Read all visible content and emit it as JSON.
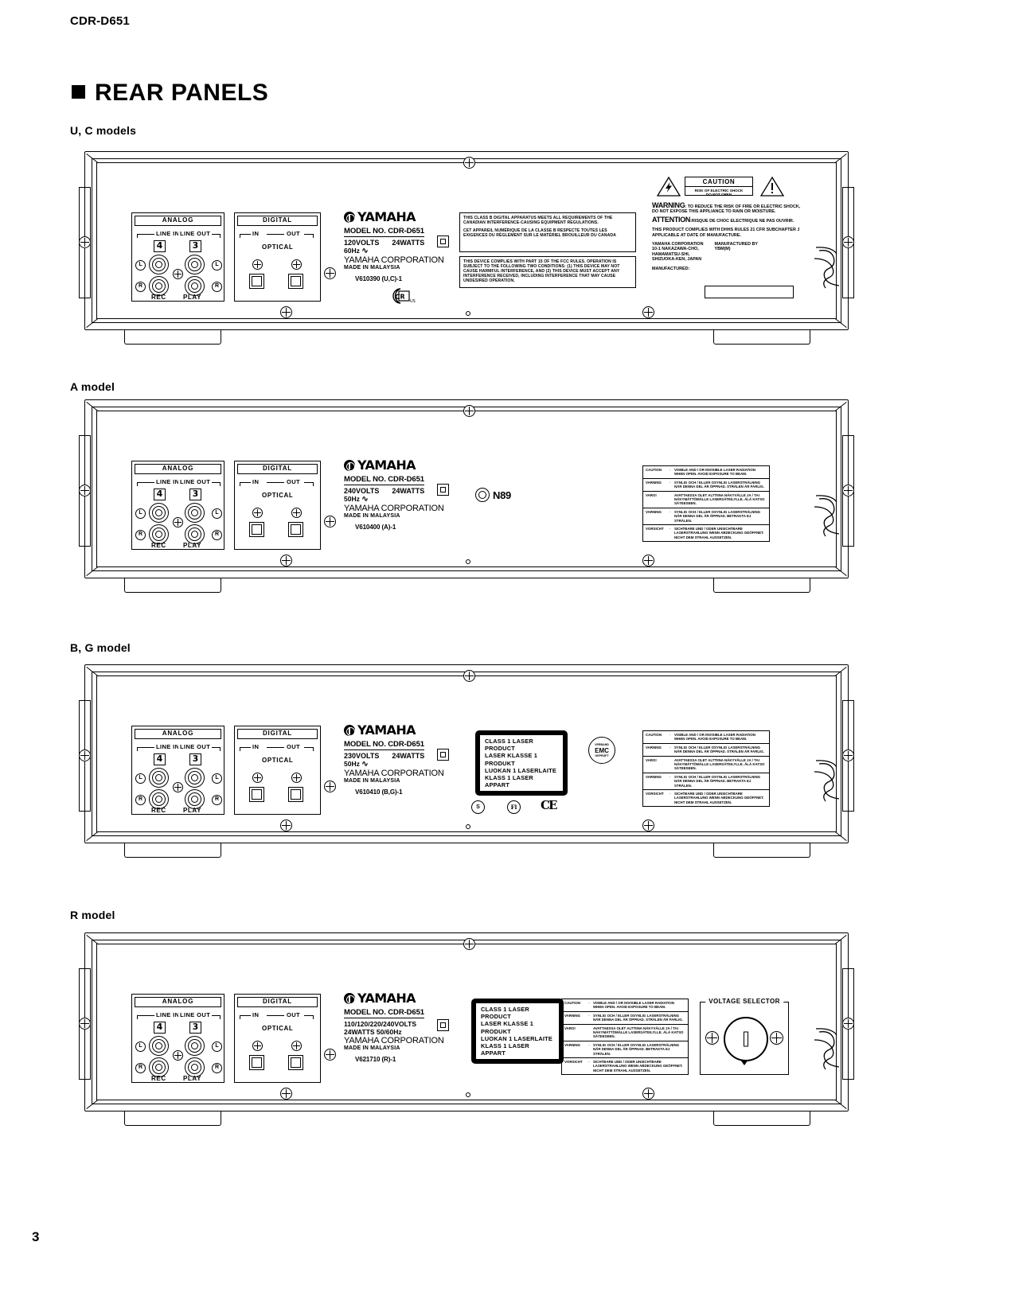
{
  "document": {
    "model_code": "CDR-D651",
    "section_title": "REAR PANELS",
    "page_number": "3"
  },
  "panels": [
    {
      "caption": "U, C models",
      "analog": {
        "header": "ANALOG",
        "line_in": "LINE IN",
        "line_out": "LINE OUT",
        "num_in": "4",
        "num_out": "3",
        "l": "L",
        "r": "R",
        "rec": "REC",
        "play": "PLAY"
      },
      "digital": {
        "header": "DIGITAL",
        "in": "IN",
        "out": "OUT",
        "optical": "OPTICAL"
      },
      "rating": {
        "brand": "YAMAHA",
        "model_no": "MODEL NO.  CDR-D651",
        "volts": "120VOLTS",
        "watts": "24WATTS",
        "hz": "60Hz",
        "corp": "YAMAHA CORPORATION",
        "made_in": "MADE IN MALAYSIA",
        "version_no": "V610390 (U,C)-1"
      },
      "regulatory": {
        "canada_en": "THIS CLASS B DIGITAL APPARATUS  MEETS ALL REQUIREMENTS OF THE CANADIAN INTERFERENCE-CAUSING EQUIPMENT REGULATIONS.",
        "canada_fr": "CET APPAREIL NUMÉRIQUE DE LA CLASSE B RESPECTE TOUTES LES EXIGENCES DU RÈGLEMENT SUR LE MATÉRIEL BROUILLEUR DU CANADA",
        "fcc": "THIS DEVICE COMPLIES WITH PART 15 OF THE FCC RULES. OPERATION IS SUBJECT TO THE FOLLOWING TWO CONDITIONS: (1) THIS DEVICE MAY NOT CAUSE HARMFUL INTERFERENCE, AND (2) THIS DEVICE MUST ACCEPT ANY INTERFERENCE RECEIVED, INCLUDING INTERFERENCE THAT MAY CAUSE UNDESIRED OPERATION."
      },
      "caution_box": {
        "title": "CAUTION",
        "line1": "RISK OF ELECTRIC SHOCK",
        "line2": "DO NOT OPEN"
      },
      "warnings": {
        "warning_label": "WARNING",
        "warning_text": ": TO REDUCE THE RISK OF FIRE OR ELECTRIC SHOCK, DO NOT EXPOSE THIS APPLIANCE TO RAIN OR MOISTURE.",
        "attention_label": "ATTENTION",
        "attention_text": ":RISQUE DE CHOC ELECTRIQUE NE PAS OUVRIR.",
        "dhhs": "THIS PRODUCT COMPLIES WITH DHHS RULES 21 CFR SUBCHAPTER J APPLICABLE AT DATE OF MANUFACTURE.",
        "corp_addr": "YAMAHA CORPORATION\n10-1 NAKAZAWA-CHO,\nHAMAMATSU-SHI,\nSHIZUOKA-KEN, JAPAN",
        "manufactured_by": "MANUFACTURED BY\nYBM(M)",
        "manufactured": "MANUFACTURED:"
      },
      "csa_mark": "US"
    },
    {
      "caption": "A model",
      "analog": {
        "header": "ANALOG",
        "line_in": "LINE IN",
        "line_out": "LINE OUT",
        "num_in": "4",
        "num_out": "3",
        "l": "L",
        "r": "R",
        "rec": "REC",
        "play": "PLAY"
      },
      "digital": {
        "header": "DIGITAL",
        "in": "IN",
        "out": "OUT",
        "optical": "OPTICAL"
      },
      "rating": {
        "brand": "YAMAHA",
        "model_no": "MODEL NO.  CDR-D651",
        "volts": "240VOLTS",
        "watts": "24WATTS",
        "hz": "50Hz",
        "corp": "YAMAHA CORPORATION",
        "made_in": "MADE IN MALAYSIA",
        "version_no": "V610400 (A)-1"
      },
      "approval_mark": "N89",
      "laser_table": [
        {
          "k": "CAUTION",
          "sep": "-",
          "v": "VISIBLE AND / OR INVISIBLE LASER RADIATION WHEN OPEN. AVOID EXPOSURE TO BEAM."
        },
        {
          "k": "VARNING",
          "sep": "-",
          "v": "SYNLIG OCH / ELLER OSYNLIG LASERSTRÄLNING NÄR DENNA DEL ÄR ÖPPNAD. STRÄLEN ÄR FARLIG."
        },
        {
          "k": "VARO!",
          "sep": "",
          "v": "AVATTAESSA OLET ALTTIINA NÄKYVÄLLE JA / TAI NÄKYMÄTTÖMÄLLE LASERSÄTEILYLLE. ÄLÄ KATSO SÄTEESEEN."
        },
        {
          "k": "VARNING",
          "sep": "-",
          "v": "SYNLIG OCH / ELLER OSYNLIG LASERSTRÄLNING NÄR DENNA DEL ÄR ÖPPNAD. BETRAKTA EJ STRÄLEN."
        },
        {
          "k": "VORSICHT",
          "sep": "-",
          "v": "SICHTBARE UND / ODER UNSICHTBARE LASERSTRAHLUNG WENN ABDECKUNG GEÖFFNET. NICHT DEM STRAHL AUSSETZEN."
        }
      ]
    },
    {
      "caption": "B, G model",
      "analog": {
        "header": "ANALOG",
        "line_in": "LINE IN",
        "line_out": "LINE OUT",
        "num_in": "4",
        "num_out": "3",
        "l": "L",
        "r": "R",
        "rec": "REC",
        "play": "PLAY"
      },
      "digital": {
        "header": "DIGITAL",
        "in": "IN",
        "out": "OUT",
        "optical": "OPTICAL"
      },
      "rating": {
        "brand": "YAMAHA",
        "model_no": "MODEL NO.  CDR-D651",
        "volts": "230VOLTS",
        "watts": "24WATTS",
        "hz": "50Hz",
        "corp": "YAMAHA CORPORATION",
        "made_in": "MADE IN MALAYSIA",
        "version_no": "V610410 (B,G)-1"
      },
      "class1_label": "CLASS 1 LASER PRODUCT\nLASER KLASSE 1 PRODUKT\nLUOKAN 1 LASERLAITE\nKLASS 1 LASER APPART",
      "emc_mark": "EMC",
      "ce_mark": "CE",
      "laser_table": [
        {
          "k": "CAUTION",
          "sep": "-",
          "v": "VISIBLE AND / OR INVISIBLE LASER RADIATION WHEN OPEN. AVOID EXPOSURE TO BEAM."
        },
        {
          "k": "VARNING",
          "sep": "-",
          "v": "SYNLIG OCH / ELLER OSYNLIG LASERSTRÄLNING NÄR DENNA DEL ÄR ÖPPNAD. STRÄLEN ÄR FARLIG."
        },
        {
          "k": "VARO!",
          "sep": "",
          "v": "AVATTAESSA OLET ALTTIINA NÄKYVÄLLE JA / TAI NÄKYMÄTTÖMÄLLE LASERSÄTEILYLLE. ÄLÄ KATSO SÄTEESEEN."
        },
        {
          "k": "VARNING",
          "sep": "-",
          "v": "SYNLIG OCH / ELLER OSYNLIG LASERSTRÄLNING NÄR DENNA DEL ÄR ÖPPNAD. BETRAKTA EJ STRÄLEN."
        },
        {
          "k": "VORSICHT",
          "sep": "-",
          "v": "SICHTBARE UND / ODER UNSICHTBARE LASERSTRAHLUNG WENN ABDECKUNG GEÖFFNET. NICHT DEM STRAHL AUSSETZEN."
        }
      ]
    },
    {
      "caption": "R model",
      "analog": {
        "header": "ANALOG",
        "line_in": "LINE IN",
        "line_out": "LINE OUT",
        "num_in": "4",
        "num_out": "3",
        "l": "L",
        "r": "R",
        "rec": "REC",
        "play": "PLAY"
      },
      "digital": {
        "header": "DIGITAL",
        "in": "IN",
        "out": "OUT",
        "optical": "OPTICAL"
      },
      "rating": {
        "brand": "YAMAHA",
        "model_no": "MODEL NO.  CDR-D651",
        "volts": "110/120/220/240VOLTS",
        "watts": "24WATTS   50/60Hz",
        "hz": "",
        "corp": "YAMAHA CORPORATION",
        "made_in": "MADE IN MALAYSIA",
        "version_no": "V621710 (R)-1"
      },
      "class1_label": "CLASS 1 LASER PRODUCT\nLASER KLASSE 1 PRODUKT\nLUOKAN 1 LASERLAITE\nKLASS 1 LASER APPART",
      "voltage_selector": "VOLTAGE SELECTOR",
      "laser_table": [
        {
          "k": "CAUTION",
          "sep": "-",
          "v": "VISIBLE AND / OR INVISIBLE LASER RADIATION WHEN OPEN. AVOID EXPOSURE TO BEAM."
        },
        {
          "k": "VARNING",
          "sep": "-",
          "v": "SYNLIG OCH / ELLER OSYNLIG LASERSTRÄLNING NÄR DENNA DEL ÄR ÖPPNAD. STRÄLEN ÄR FARLIG."
        },
        {
          "k": "VARO!",
          "sep": "",
          "v": "AVATTAESSA OLET ALTTIINA NÄKYVÄLLE JA / TAI NÄKYMÄTTÖMÄLLE LASERSÄTEILYLLE. ÄLÄ KATSO SÄTEESEEN."
        },
        {
          "k": "VARNING",
          "sep": "-",
          "v": "SYNLIG OCH / ELLER OSYNLIG LASERSTRÄLNING NÄR DENNA DEL ÄR ÖPPNAD. BETRAKTA EJ STRÄLEN."
        },
        {
          "k": "VORSICHT",
          "sep": "-",
          "v": "SICHTBARE UND / ODER UNSICHTBARE LASERSTRAHLUNG WENN ABDECKUNG GEÖFFNET. NICHT DEM STRAHL AUSSETZEN."
        }
      ]
    }
  ]
}
